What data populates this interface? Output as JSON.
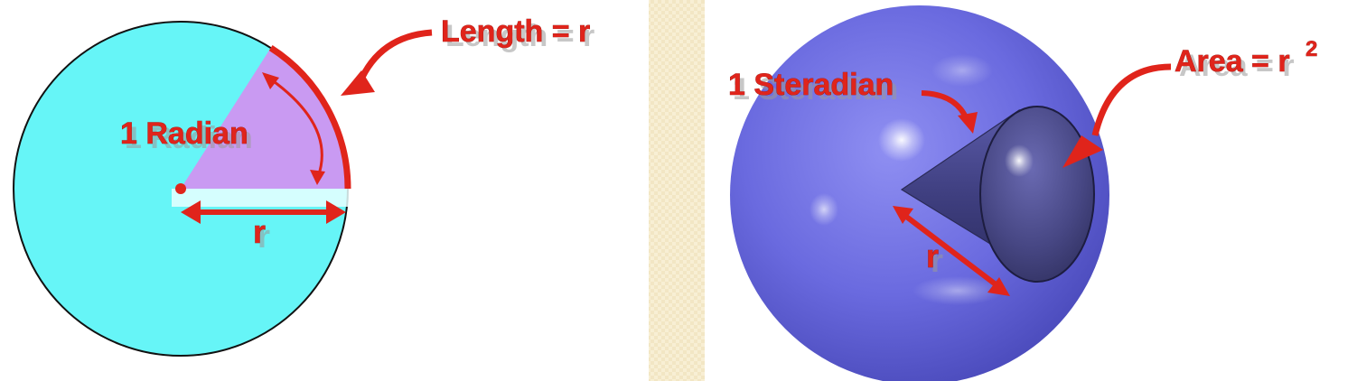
{
  "radian_panel": {
    "angle_label": "1 Radian",
    "arc_label": "Length = r",
    "radius_label": "r"
  },
  "steradian_panel": {
    "angle_label": "1 Steradian",
    "area_label_base": "Area = r",
    "area_label_exponent": "2",
    "radius_label": "r"
  },
  "colors": {
    "circle_fill": "#66f5f7",
    "sector_fill": "#c99af2",
    "annotation_red": "#e0241b",
    "sphere_fill": "#6e6ee0",
    "cone_fill": "#474784",
    "divider_strip": "#f7eed2"
  }
}
